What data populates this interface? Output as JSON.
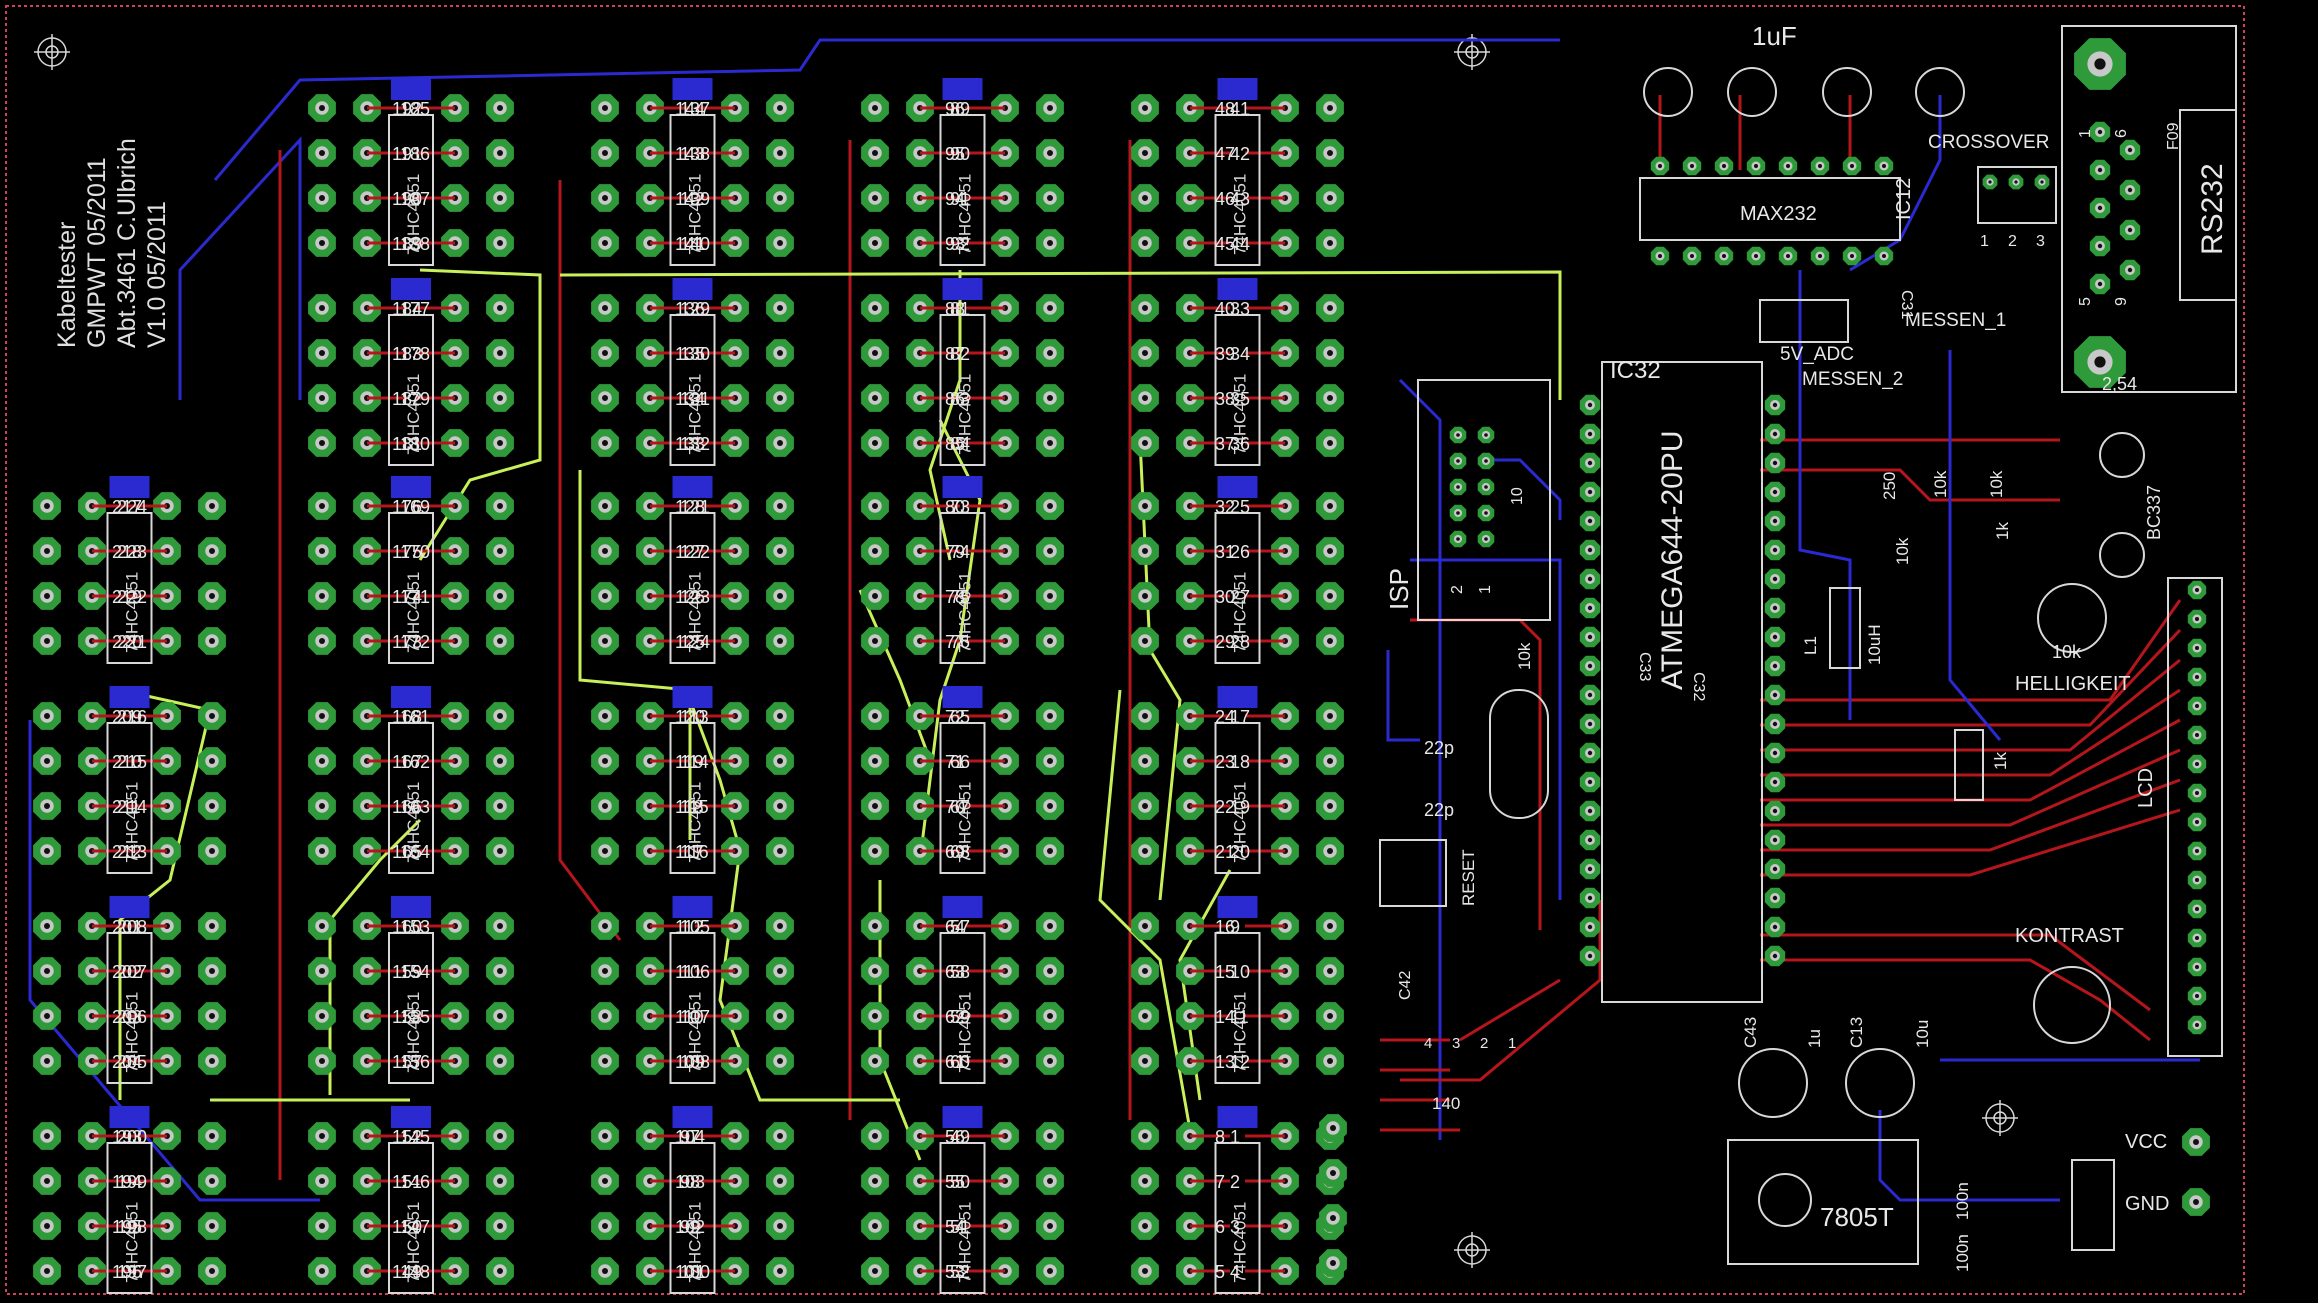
{
  "board": {
    "info_lines": [
      "Kabeltester",
      "GMPWT 05/2011",
      "Abt.3461 C.Ulbrich",
      "V1.0      05/2011"
    ],
    "colors": {
      "background": "#000000",
      "top_copper": "#b5161c",
      "bottom_copper": "#2a2ad0",
      "airwire": "#c8f05a",
      "pad": "#2f9a3a",
      "silk": "#d8d8d8",
      "outline": "#d04060"
    }
  },
  "ic_blocks": [
    {
      "pins": [
        "192",
        "185",
        "191",
        "186",
        "190",
        "187",
        "189",
        "188"
      ]
    },
    {
      "pins": [
        "184",
        "177",
        "183",
        "178",
        "182",
        "179",
        "181",
        "180"
      ]
    },
    {
      "pins": [
        "176",
        "169",
        "175",
        "170",
        "174",
        "171",
        "173",
        "172"
      ]
    },
    {
      "pins": [
        "168",
        "161",
        "167",
        "162",
        "166",
        "163",
        "165",
        "164"
      ]
    },
    {
      "pins": [
        "160",
        "153",
        "159",
        "154",
        "158",
        "155",
        "157",
        "156"
      ]
    },
    {
      "pins": [
        "152",
        "145",
        "151",
        "146",
        "150",
        "147",
        "149",
        "148"
      ]
    },
    {
      "pins": [
        "144",
        "137",
        "143",
        "138",
        "142",
        "139",
        "141",
        "140"
      ]
    },
    {
      "pins": [
        "136",
        "129",
        "135",
        "130",
        "134",
        "131",
        "133",
        "132"
      ]
    },
    {
      "pins": [
        "128",
        "121",
        "127",
        "122",
        "126",
        "123",
        "125",
        "124"
      ]
    },
    {
      "pins": [
        "120",
        "113",
        "119",
        "114",
        "118",
        "115",
        "117",
        "116"
      ]
    },
    {
      "pins": [
        "112",
        "105",
        "111",
        "106",
        "110",
        "107",
        "109",
        "108"
      ]
    },
    {
      "pins": [
        "104",
        "97",
        "103",
        "98",
        "102",
        "99",
        "101",
        "100"
      ]
    },
    {
      "pins": [
        "96",
        "89",
        "95",
        "90",
        "94",
        "91",
        "93",
        "92"
      ]
    },
    {
      "pins": [
        "88",
        "81",
        "87",
        "82",
        "86",
        "83",
        "85",
        "84"
      ]
    },
    {
      "pins": [
        "80",
        "73",
        "79",
        "74",
        "78",
        "75",
        "77",
        "76"
      ]
    },
    {
      "pins": [
        "72",
        "65",
        "71",
        "66",
        "70",
        "67",
        "69",
        "68"
      ]
    },
    {
      "pins": [
        "64",
        "57",
        "63",
        "58",
        "62",
        "59",
        "61",
        "60"
      ]
    },
    {
      "pins": [
        "56",
        "49",
        "55",
        "50",
        "54",
        "51",
        "53",
        "52"
      ]
    },
    {
      "pins": [
        "48",
        "41",
        "47",
        "42",
        "46",
        "43",
        "45",
        "44"
      ]
    },
    {
      "pins": [
        "40",
        "33",
        "39",
        "34",
        "38",
        "35",
        "37",
        "36"
      ]
    },
    {
      "pins": [
        "32",
        "25",
        "31",
        "26",
        "30",
        "27",
        "29",
        "28"
      ]
    },
    {
      "pins": [
        "24",
        "17",
        "23",
        "18",
        "22",
        "19",
        "21",
        "20"
      ]
    },
    {
      "pins": [
        "16",
        "9",
        "15",
        "10",
        "14",
        "11",
        "13",
        "12"
      ]
    },
    {
      "pins": [
        "8",
        "1",
        "7",
        "2",
        "6",
        "3",
        "5",
        "4"
      ]
    },
    {
      "pins": [
        "224",
        "217",
        "223",
        "218",
        "222",
        "219",
        "221",
        "220"
      ]
    },
    {
      "pins": [
        "216",
        "209",
        "215",
        "210",
        "214",
        "211",
        "213",
        "212"
      ]
    },
    {
      "pins": [
        "208",
        "201",
        "207",
        "202",
        "206",
        "203",
        "205",
        "204"
      ]
    },
    {
      "pins": [
        "200",
        "193",
        "199",
        "194",
        "198",
        "195",
        "197",
        "196"
      ]
    }
  ],
  "chip_label": "74HC4051",
  "labels": {
    "cap_1uf": "1uF",
    "crossover": "CROSSOVER",
    "crossover_pins": [
      "1",
      "2",
      "3"
    ],
    "max232": "MAX232",
    "ic12": "IC12",
    "c31": "C31",
    "messen1": "MESSEN_1",
    "adc": "5V_ADC",
    "messen2": "MESSEN_2",
    "ic32": "IC32",
    "atmega": "ATMEGA644-20PU",
    "isp": "ISP",
    "isp_pins": [
      "2",
      "1",
      "10"
    ],
    "rs232": "RS232",
    "f09": "F09",
    "rs232_pins": [
      "1",
      "6",
      "5",
      "9"
    ],
    "pitch": "2,54",
    "bc337": "BC337",
    "r250": "250",
    "r10k_a": "10k",
    "r10k_b": "10k",
    "r1k_a": "1k",
    "r10k_c": "10k",
    "r10k_d": "10k",
    "l1": "L1",
    "l1_val": "10uH",
    "helligkeit_val": "10k",
    "helligkeit": "HELLIGKEIT",
    "r1k_b": "1k",
    "lcd": "LCD",
    "kontrast": "KONTRAST",
    "c22p_a": "22p",
    "c22p_b": "22p",
    "reset": "RESET",
    "c33": "C33",
    "c32": "C32",
    "c42": "C42",
    "c43": "C43",
    "c43_val": "1u",
    "c13": "C13",
    "c13_val": "10u",
    "r140": "140",
    "reg": "7805T",
    "c100n_a": "100n",
    "c100n_b": "100n",
    "vcc": "VCC",
    "gnd": "GND",
    "bus_pins": [
      "4",
      "3",
      "2",
      "1"
    ]
  }
}
